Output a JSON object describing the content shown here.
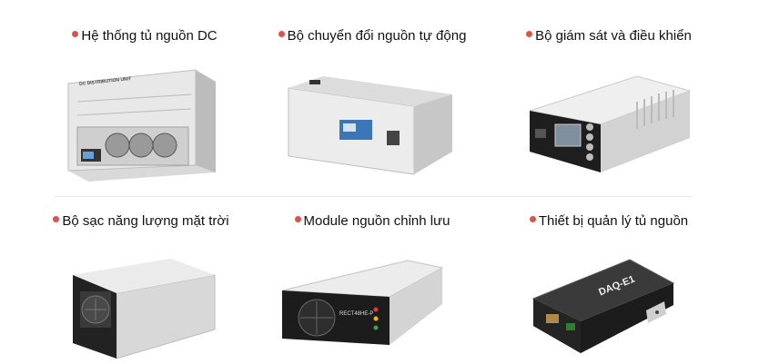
{
  "products": [
    {
      "label": "Hệ thống tủ nguồn DC",
      "icon": "bullet-dot-icon",
      "image_text": "DC DISTRIBUTION UNIT"
    },
    {
      "label": "Bộ chuyển đổi nguồn tự động",
      "icon": "bullet-dot-icon"
    },
    {
      "label": "Bộ giám sát và điều khiển",
      "icon": "bullet-dot-icon"
    },
    {
      "label": "Bộ sạc năng lượng mặt trời",
      "icon": "bullet-dot-icon"
    },
    {
      "label": "Module nguồn chỉnh lưu",
      "icon": "bullet-dot-icon",
      "image_text": "RECT48HE-P"
    },
    {
      "label": "Thiết bị quản lý tủ nguồn",
      "icon": "bullet-dot-icon",
      "image_text": "DAQ-E1"
    }
  ],
  "colors": {
    "bullet": "#d9534f",
    "divider": "#e6e6e6"
  }
}
